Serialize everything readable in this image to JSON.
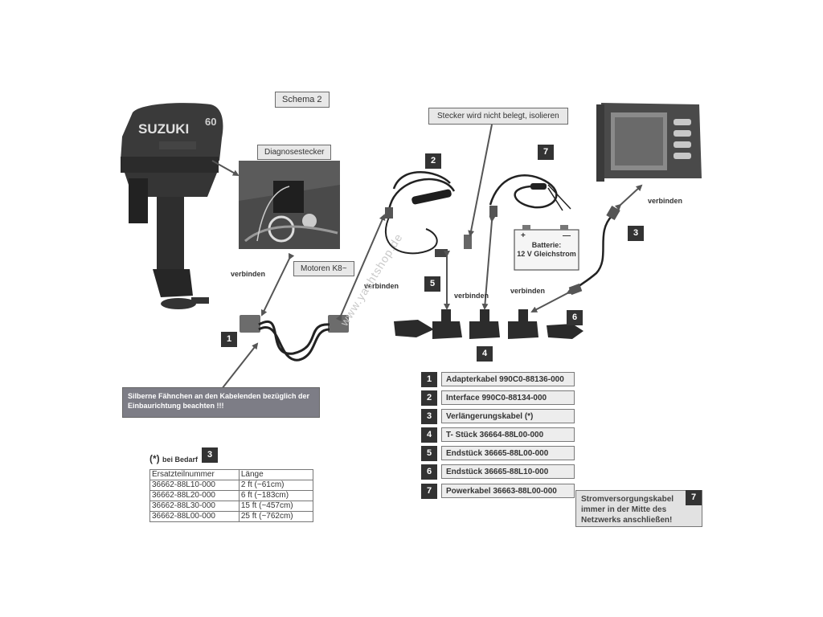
{
  "schema_title": "Schema 2",
  "labels": {
    "diagnostic_connector": "Diagnosestecker",
    "motors_k8": "Motoren K8~",
    "plug_not_used": "Stecker wird nicht belegt, isolieren",
    "connect": "verbinden",
    "battery_plus": "+",
    "battery_minus": "—",
    "battery_line1": "Batterie:",
    "battery_line2": "12 V Gleichstrom"
  },
  "badges": {
    "b1": "1",
    "b2": "2",
    "b3": "3",
    "b4": "4",
    "b5": "5",
    "b6": "6",
    "b7": "7"
  },
  "watermark": "www.yachtshop.de",
  "notes": {
    "silver_flags": "Silberne Fähnchen an den Kabelenden bezüglich der Einbaurichtung beachten !!!",
    "power_supply": "Stromversorgungskabel immer in der Mitte des Netzwerks anschließen!",
    "as_needed_marker": "(*)",
    "as_needed_text": "bei Bedarf"
  },
  "parts": [
    {
      "num": "1",
      "text": "Adapterkabel 990C0-88136-000"
    },
    {
      "num": "2",
      "text": "Interface 990C0-88134-000"
    },
    {
      "num": "3",
      "text": "Verlängerungskabel (*)"
    },
    {
      "num": "4",
      "text": "T- Stück  36664-88L00-000"
    },
    {
      "num": "5",
      "text": "Endstück 36665-88L00-000"
    },
    {
      "num": "6",
      "text": "Endstück 36665-88L10-000"
    },
    {
      "num": "7",
      "text": "Powerkabel  36663-88L00-000"
    }
  ],
  "table": {
    "headers": [
      "Ersatzteilnummer",
      "Länge"
    ],
    "rows": [
      [
        "36662-88L10-000",
        "2 ft    (~61cm)"
      ],
      [
        "36662-88L20-000",
        "6 ft    (~183cm)"
      ],
      [
        "36662-88L30-000",
        "15 ft  (~457cm)"
      ],
      [
        "36662-88L00-000",
        "25 ft  (~762cm)"
      ]
    ]
  },
  "motor": {
    "brand": "SUZUKI",
    "model_mark": "60"
  }
}
